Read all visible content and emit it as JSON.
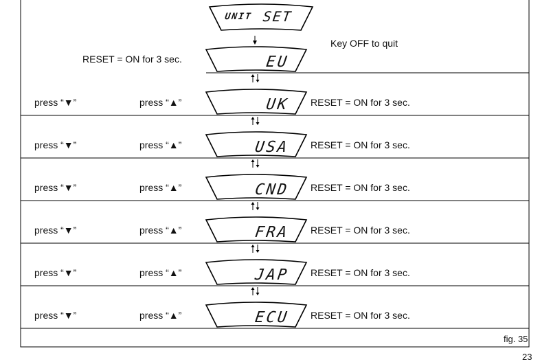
{
  "header": {
    "display_small": "UNIT",
    "display_large": "SET"
  },
  "top": {
    "reset_text": "RESET = ON for 3 sec.",
    "quit_text": "Key OFF to quit"
  },
  "units": [
    {
      "code": "EU"
    },
    {
      "code": "UK",
      "down": "press “▼”",
      "up": "press “▲”",
      "reset": "RESET = ON for 3 sec."
    },
    {
      "code": "USA",
      "down": "press “▼”",
      "up": "press “▲”",
      "reset": "RESET = ON for 3 sec."
    },
    {
      "code": "CND",
      "down": "press “▼”",
      "up": "press “▲”",
      "reset": "RESET = ON for 3 sec."
    },
    {
      "code": "FRA",
      "down": "press “▼”",
      "up": "press “▲”",
      "reset": "RESET = ON for 3 sec."
    },
    {
      "code": "JAP",
      "down": "press “▼”",
      "up": "press “▲”",
      "reset": "RESET = ON for 3 sec."
    },
    {
      "code": "ECU",
      "down": "press “▼”",
      "up": "press “▲”",
      "reset": "RESET = ON for 3 sec."
    }
  ],
  "caption": "fig. 35",
  "page_number": "23"
}
